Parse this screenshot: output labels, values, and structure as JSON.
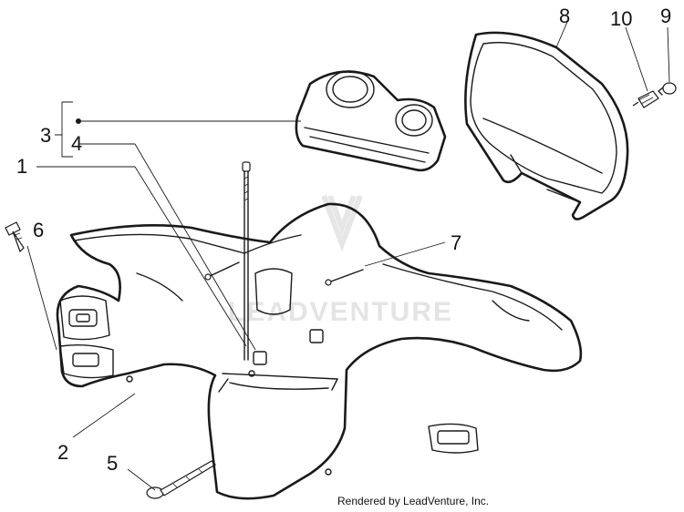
{
  "diagram": {
    "callouts": [
      {
        "id": "1",
        "label": "1"
      },
      {
        "id": "2",
        "label": "2"
      },
      {
        "id": "3",
        "label": "3"
      },
      {
        "id": "4",
        "label": "4"
      },
      {
        "id": "5",
        "label": "5"
      },
      {
        "id": "6",
        "label": "6"
      },
      {
        "id": "7",
        "label": "7"
      },
      {
        "id": "8",
        "label": "8"
      },
      {
        "id": "9",
        "label": "9"
      },
      {
        "id": "10",
        "label": "10"
      }
    ],
    "watermark": "LEADVENTURE",
    "credit": "Rendered by LeadVenture, Inc."
  },
  "colors": {
    "line": "#1a1a1a",
    "watermark": "#e4e4e4",
    "background": "#ffffff"
  }
}
